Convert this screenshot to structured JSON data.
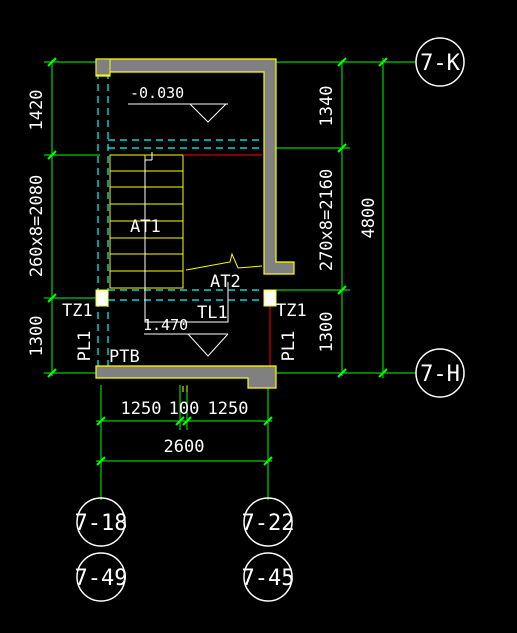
{
  "colors": {
    "background": "#000000",
    "dimension": "#00ff00",
    "axis_line": "#00ff00",
    "wall": "#ffff00",
    "wall_fill": "#808080",
    "hidden_beam": "#00ffff",
    "red_line": "#ff0000",
    "white": "#ffffff"
  },
  "axes": {
    "top_right": "7-K",
    "bottom_right": "7-H",
    "bottom_left_upper": "7-18",
    "bottom_left_lower": "7-49",
    "bottom_right_upper": "7-22",
    "bottom_right_lower": "7-45"
  },
  "dims": {
    "left_top": "1420",
    "left_mid": "260x8=2080",
    "left_bot": "1300",
    "right_top": "1340",
    "right_mid": "270x8=2160",
    "right_bot": "1300",
    "overall_right": "4800",
    "bottom_a": "1250",
    "bottom_b": "100",
    "bottom_c": "1250",
    "bottom_total": "2600"
  },
  "labels": {
    "elev_top": "-0.030",
    "elev_mid": "1.470",
    "flight_1": "AT1",
    "flight_2": "AT2",
    "beam": "TL1",
    "column_left": "TZ1",
    "column_right": "TZ1",
    "wall_left": "PL1",
    "wall_right": "PL1",
    "platform": "PTB"
  }
}
